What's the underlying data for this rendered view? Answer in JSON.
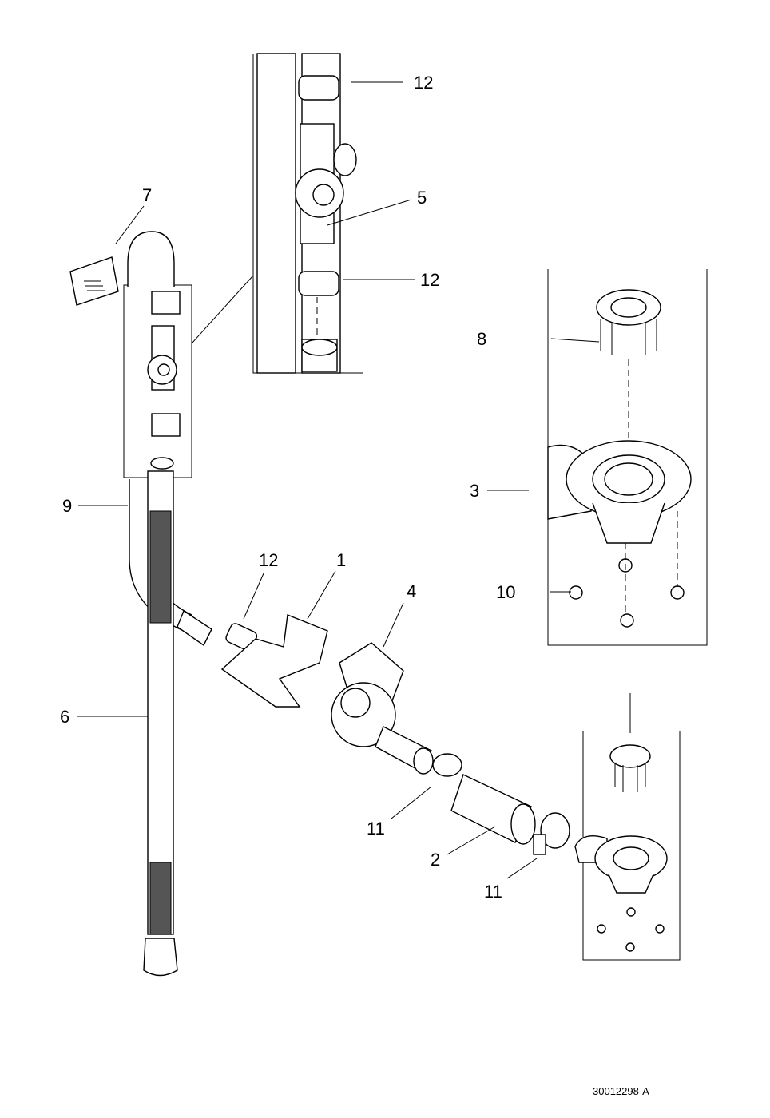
{
  "callouts": [
    {
      "id": "12a",
      "text": "12"
    },
    {
      "id": "5",
      "text": "5"
    },
    {
      "id": "12b",
      "text": "12"
    },
    {
      "id": "7",
      "text": "7"
    },
    {
      "id": "8",
      "text": "8"
    },
    {
      "id": "3",
      "text": "3"
    },
    {
      "id": "10",
      "text": "10"
    },
    {
      "id": "9",
      "text": "9"
    },
    {
      "id": "12c",
      "text": "12"
    },
    {
      "id": "1",
      "text": "1"
    },
    {
      "id": "4",
      "text": "4"
    },
    {
      "id": "6",
      "text": "6"
    },
    {
      "id": "11a",
      "text": "11"
    },
    {
      "id": "2",
      "text": "2"
    },
    {
      "id": "11b",
      "text": "11"
    }
  ],
  "drawing_number": "30012298-A"
}
